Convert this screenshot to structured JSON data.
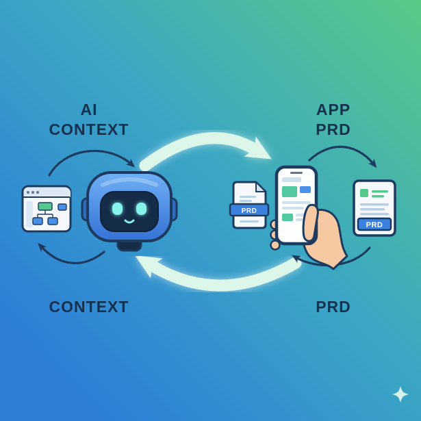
{
  "labels": {
    "top_left_line1": "AI",
    "top_left_line2": "CONTEXT",
    "top_right_line1": "APP",
    "top_right_line2": "PRD",
    "bottom_left": "CONTEXT",
    "bottom_right": "PRD"
  },
  "badges": {
    "small_doc": "PRD",
    "large_doc": "PRD"
  },
  "icons": [
    "browser-window-icon",
    "robot-icon",
    "prd-document-small-icon",
    "smartphone-in-hand-icon",
    "prd-document-large-icon",
    "cycle-arrow-top-icon",
    "cycle-arrow-bottom-icon",
    "sparkle-icon"
  ],
  "colors": {
    "background_green": "#57ca86",
    "background_blue": "#2e7ed8",
    "label_text": "#17304d",
    "dark_arrow": "#1d3a5f",
    "light_arrow": "#ddf6ea",
    "robot_blue": "#4a90e8",
    "banner_blue": "#3b82e0",
    "accent_green": "#53c98b",
    "accent_teal": "#53c9a0",
    "hand_skin": "#f7c9a2"
  }
}
